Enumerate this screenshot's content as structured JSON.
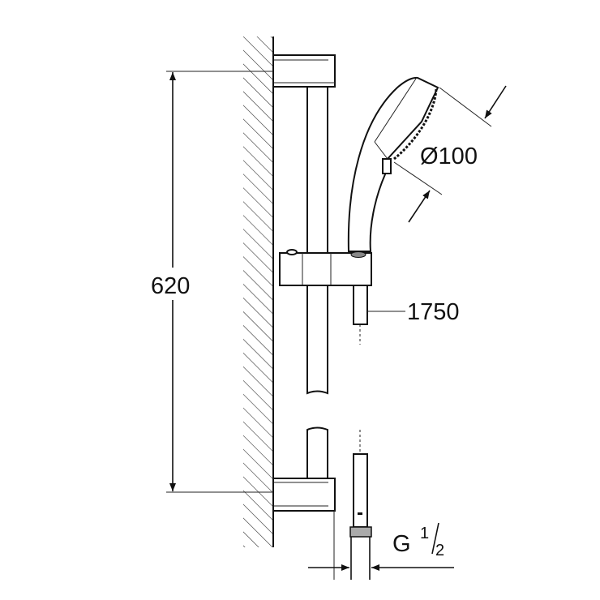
{
  "drawing": {
    "dimensions": {
      "rail_height": "620",
      "head_diameter": "Ø100",
      "hose_length": "1750",
      "thread_label": "G",
      "thread_num": "1",
      "thread_den": "2"
    },
    "colors": {
      "line": "#111111",
      "background": "#ffffff"
    }
  }
}
